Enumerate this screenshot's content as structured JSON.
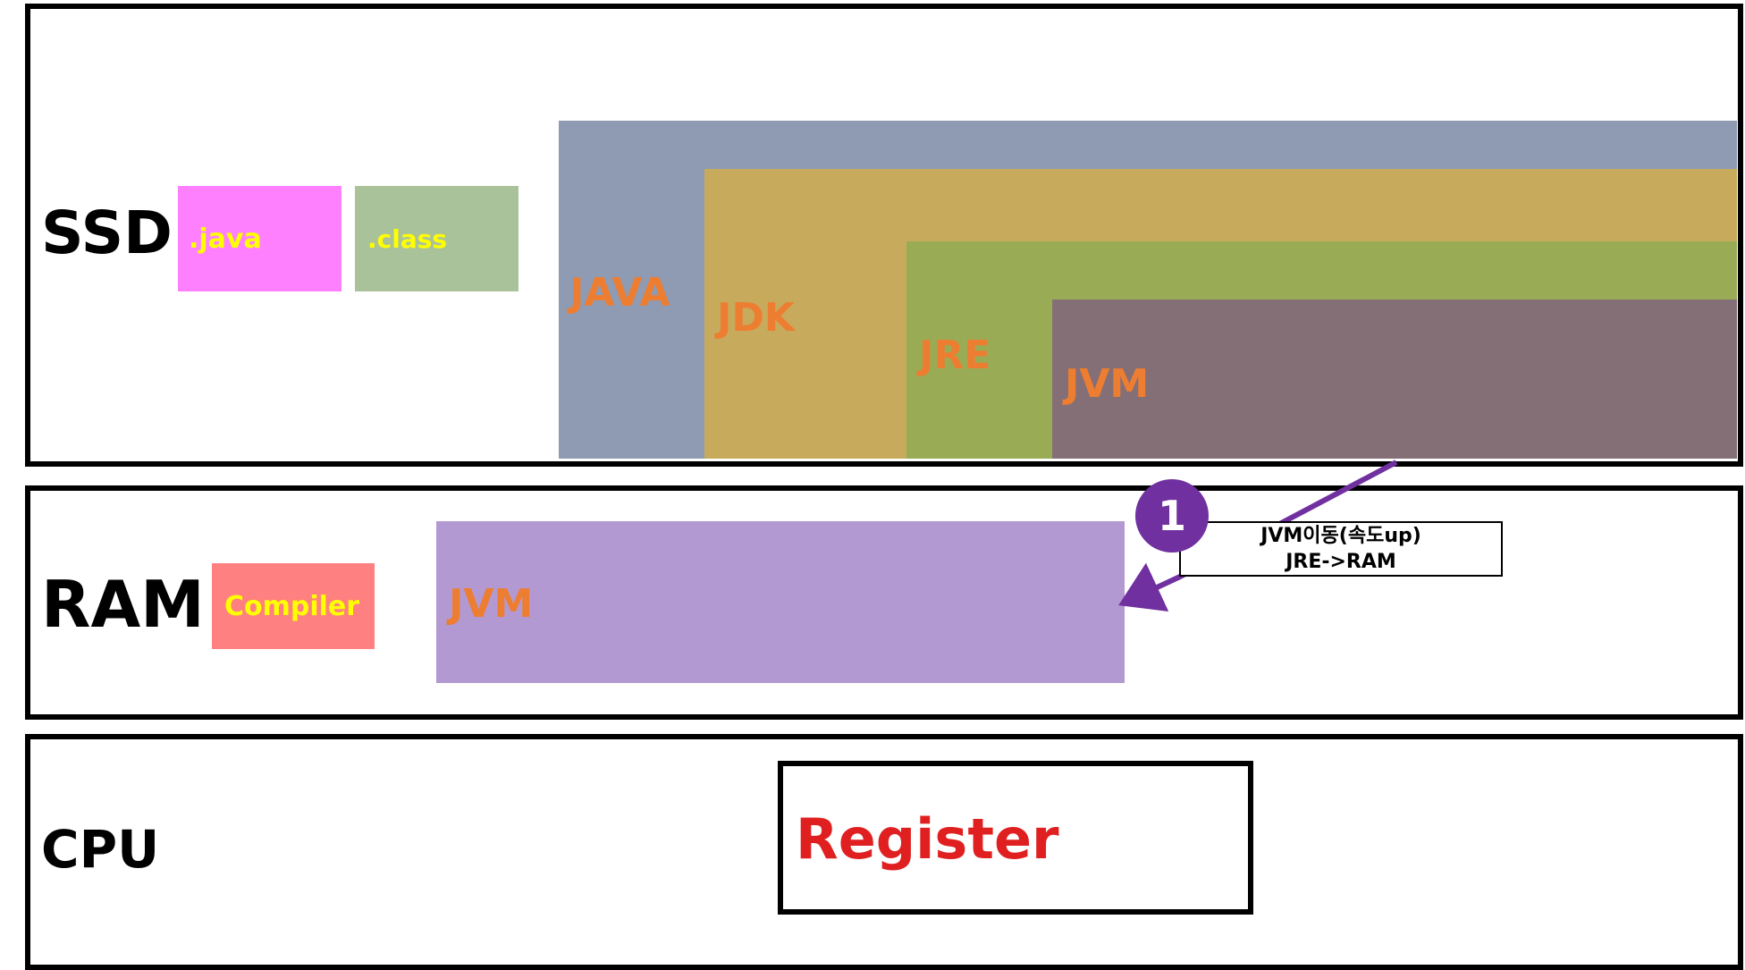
{
  "ssd": {
    "label": "SSD",
    "java_file": ".java",
    "class_file": ".class",
    "layers": {
      "java": "JAVA",
      "jdk": "JDK",
      "jre": "JRE",
      "jvm": "JVM"
    }
  },
  "ram": {
    "label": "RAM",
    "compiler": "Compiler",
    "jvm": "JVM"
  },
  "cpu": {
    "label": "CPU",
    "register": "Register"
  },
  "annotation": {
    "step_number": "1",
    "line1": "JVM이동(속도up)",
    "line2": "JRE->RAM"
  },
  "colors": {
    "java_file": "#ff80ff",
    "class_file": "#a9c299",
    "layer_java": "#8e9bb3",
    "layer_jdk": "#c7aa5b",
    "layer_jre": "#9aab55",
    "layer_jvm": "#856f76",
    "ram_jvm": "#b399d1",
    "compiler": "#ff8080",
    "layer_text": "#ed7d31",
    "register_text": "#e02020",
    "arrow": "#7030a0"
  }
}
